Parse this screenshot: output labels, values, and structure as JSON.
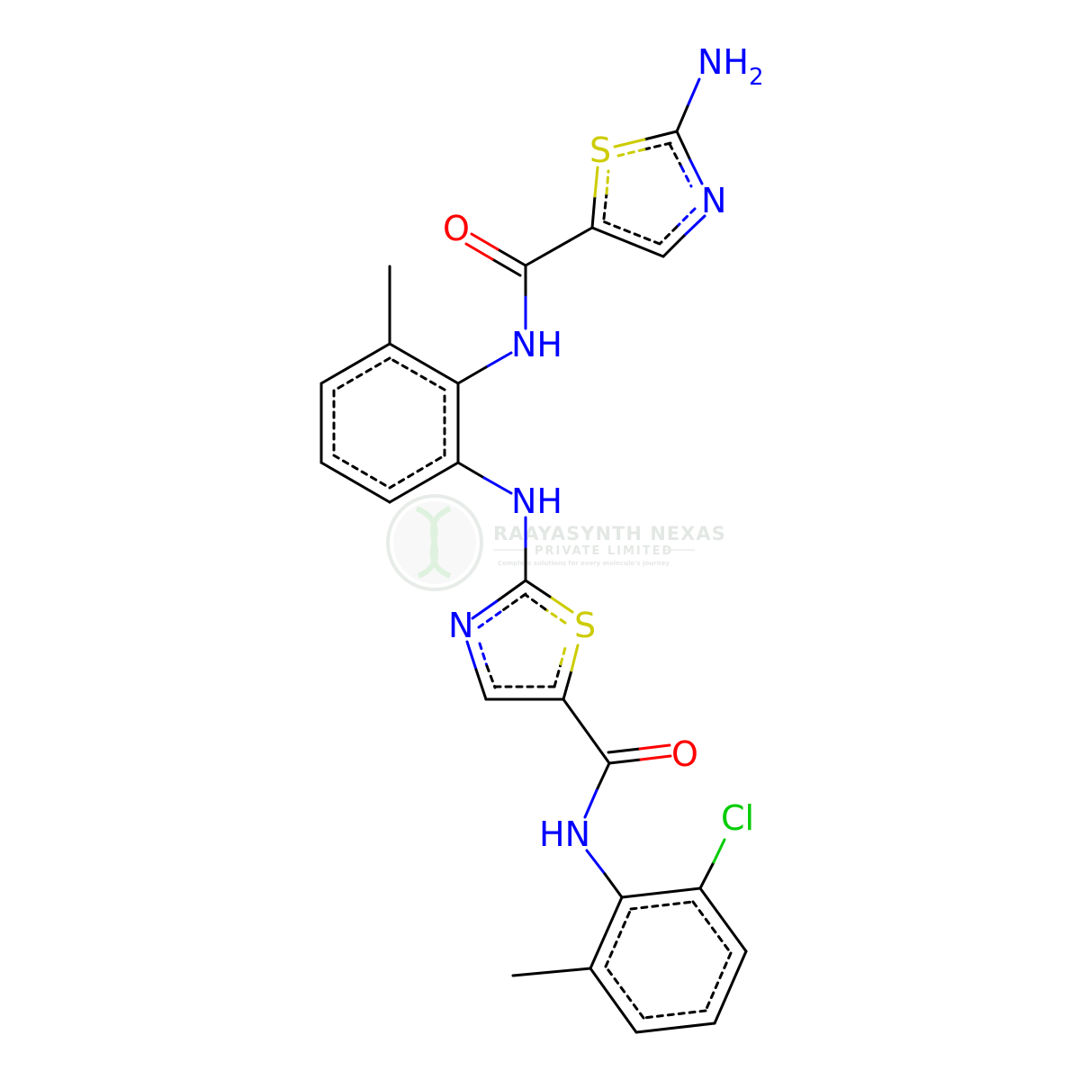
{
  "colors": {
    "bond": "#000000",
    "nitrogen": "#0000FF",
    "oxygen": "#FF0000",
    "sulfur": "#CCCC00",
    "chlorine": "#00CC00",
    "watermark": "#d7ddd7",
    "watermark_accent": "#c5e7c5"
  },
  "atoms": {
    "nh2_amine": {
      "main": "NH",
      "subscript": "2"
    },
    "s_top": "S",
    "n_top": "N",
    "o_top": "O",
    "nh_amide_top": "NH",
    "nh_amine_mid": "NH",
    "n_mid": "N",
    "s_mid": "S",
    "o_bottom": "O",
    "hn_amide_bottom": "HN",
    "cl": "Cl"
  },
  "watermark": {
    "company": "RAAYASYNTH NEXAS",
    "subtitle": "PRIVATE LIMITED",
    "tagline": "Complete solutions for every molecule's journey"
  }
}
